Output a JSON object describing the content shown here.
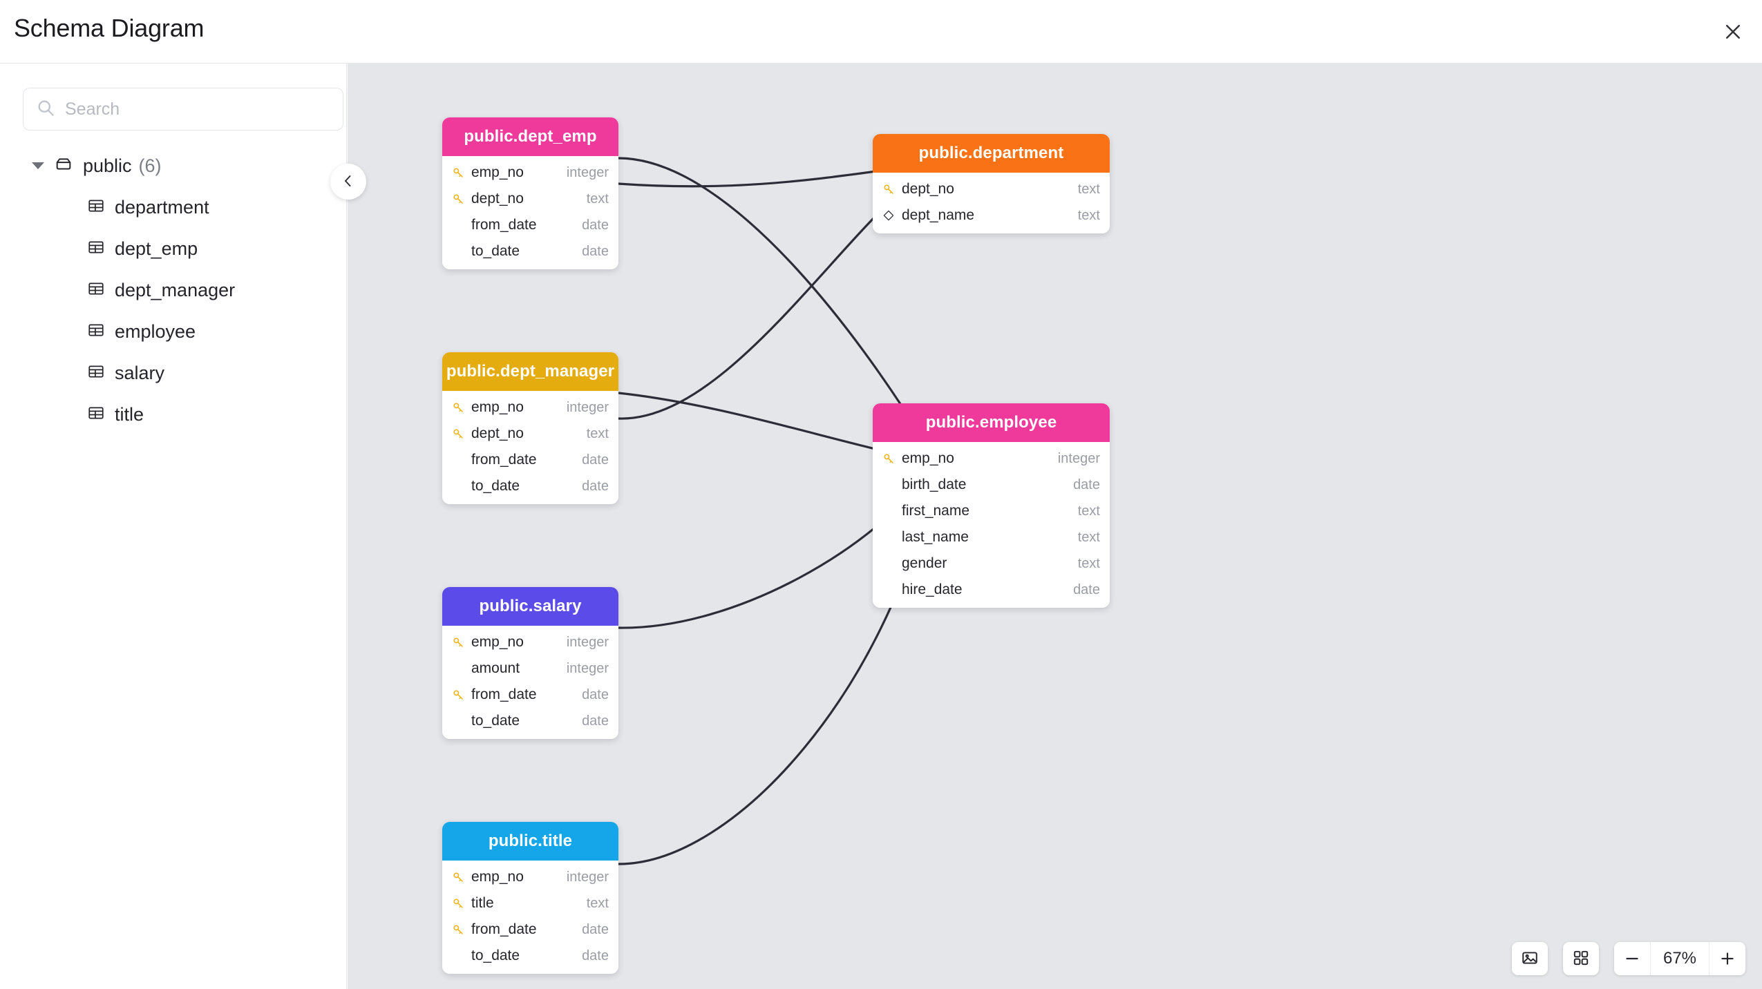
{
  "header": {
    "title": "Schema Diagram",
    "close_icon": "close-icon"
  },
  "sidebar": {
    "search": {
      "placeholder": "Search",
      "value": "",
      "icon": "search-icon"
    },
    "tree": {
      "root": {
        "label": "public",
        "count": "(6)",
        "icon": "schema-icon",
        "expanded": true
      },
      "items": [
        {
          "label": "department",
          "icon": "table-icon"
        },
        {
          "label": "dept_emp",
          "icon": "table-icon"
        },
        {
          "label": "dept_manager",
          "icon": "table-icon"
        },
        {
          "label": "employee",
          "icon": "table-icon"
        },
        {
          "label": "salary",
          "icon": "table-icon"
        },
        {
          "label": "title",
          "icon": "table-icon"
        }
      ]
    },
    "collapse_button": {
      "icon": "chevron-left-icon"
    }
  },
  "canvas": {
    "background": "#E5E6EA",
    "edge_color": "#2C2D36",
    "tables": [
      {
        "id": "dept_emp",
        "title": "public.dept_emp",
        "color": "#F03A9B",
        "columns": [
          {
            "name": "emp_no",
            "type": "integer",
            "marker": "key"
          },
          {
            "name": "dept_no",
            "type": "text",
            "marker": "key"
          },
          {
            "name": "from_date",
            "type": "date",
            "marker": "none"
          },
          {
            "name": "to_date",
            "type": "date",
            "marker": "none"
          }
        ]
      },
      {
        "id": "department",
        "title": "public.department",
        "color": "#F97316",
        "columns": [
          {
            "name": "dept_no",
            "type": "text",
            "marker": "key"
          },
          {
            "name": "dept_name",
            "type": "text",
            "marker": "diamond"
          }
        ]
      },
      {
        "id": "dept_manager",
        "title": "public.dept_manager",
        "color": "#E5AC10",
        "columns": [
          {
            "name": "emp_no",
            "type": "integer",
            "marker": "key"
          },
          {
            "name": "dept_no",
            "type": "text",
            "marker": "key"
          },
          {
            "name": "from_date",
            "type": "date",
            "marker": "none"
          },
          {
            "name": "to_date",
            "type": "date",
            "marker": "none"
          }
        ]
      },
      {
        "id": "employee",
        "title": "public.employee",
        "color": "#F03A9B",
        "columns": [
          {
            "name": "emp_no",
            "type": "integer",
            "marker": "key"
          },
          {
            "name": "birth_date",
            "type": "date",
            "marker": "none"
          },
          {
            "name": "first_name",
            "type": "text",
            "marker": "none"
          },
          {
            "name": "last_name",
            "type": "text",
            "marker": "none"
          },
          {
            "name": "gender",
            "type": "text",
            "marker": "none"
          },
          {
            "name": "hire_date",
            "type": "date",
            "marker": "none"
          }
        ]
      },
      {
        "id": "salary",
        "title": "public.salary",
        "color": "#5B4BE8",
        "columns": [
          {
            "name": "emp_no",
            "type": "integer",
            "marker": "key"
          },
          {
            "name": "amount",
            "type": "integer",
            "marker": "none"
          },
          {
            "name": "from_date",
            "type": "date",
            "marker": "key"
          },
          {
            "name": "to_date",
            "type": "date",
            "marker": "none"
          }
        ]
      },
      {
        "id": "title",
        "title": "public.title",
        "color": "#14A6E8",
        "columns": [
          {
            "name": "emp_no",
            "type": "integer",
            "marker": "key"
          },
          {
            "name": "title",
            "type": "text",
            "marker": "key"
          },
          {
            "name": "from_date",
            "type": "date",
            "marker": "key"
          },
          {
            "name": "to_date",
            "type": "date",
            "marker": "none"
          }
        ]
      }
    ],
    "relationships": [
      {
        "from": "dept_emp.emp_no",
        "to": "employee.emp_no"
      },
      {
        "from": "dept_emp.dept_no",
        "to": "department.dept_no"
      },
      {
        "from": "dept_manager.emp_no",
        "to": "employee.emp_no"
      },
      {
        "from": "dept_manager.dept_no",
        "to": "department.dept_no"
      },
      {
        "from": "salary.emp_no",
        "to": "employee.emp_no"
      },
      {
        "from": "title.emp_no",
        "to": "employee.emp_no"
      }
    ]
  },
  "toolbar": {
    "export_image_label": "image-icon",
    "layout_label": "grid-icon",
    "zoom_out_label": "—",
    "zoom_level": "67%",
    "zoom_in_label": "+"
  }
}
